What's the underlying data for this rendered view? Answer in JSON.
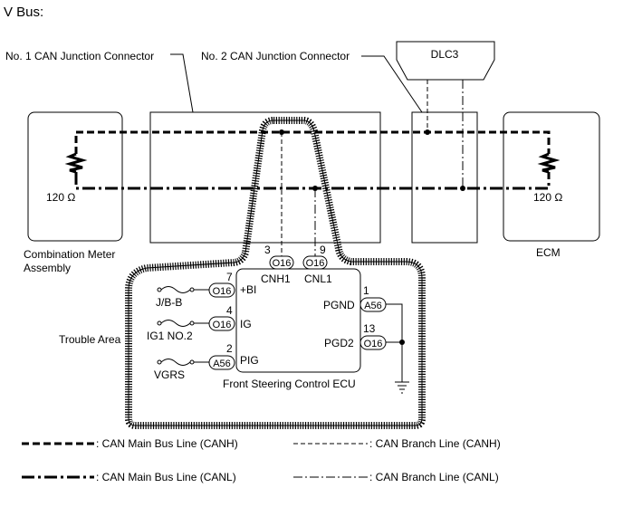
{
  "title": "V Bus:",
  "labels": {
    "junction1": "No. 1 CAN Junction Connector",
    "junction2": "No. 2 CAN Junction Connector",
    "dlc3": "DLC3",
    "resistor_left": "120 Ω",
    "resistor_right": "120 Ω",
    "meter_line1": "Combination Meter",
    "meter_line2": "Assembly",
    "ecm": "ECM",
    "trouble_area": "Trouble Area",
    "ecu": "Front Steering Control ECU",
    "jb": "J/B-B",
    "ig1": "IG1 NO.2",
    "vgrs": "VGRS"
  },
  "pins": {
    "p3": "3",
    "p9": "9",
    "p7": "7",
    "p4": "4",
    "p2": "2",
    "p1": "1",
    "p13": "13",
    "cnh1": "CNH1",
    "cnl1": "CNL1",
    "bi": "+BI",
    "ig": "IG",
    "pig": "PIG",
    "pgnd": "PGND",
    "pgd2": "PGD2"
  },
  "connectors": {
    "cnh": "O16",
    "cnl": "O16",
    "bi": "O16",
    "ig": "O16",
    "pig": "A56",
    "pgnd": "A56",
    "pgd2": "O16"
  },
  "legend": {
    "main_canh": ": CAN Main Bus Line (CANH)",
    "branch_canh": ": CAN Branch Line (CANH)",
    "main_canl": ": CAN Main Bus Line (CANL)",
    "branch_canl": ": CAN Branch Line (CANL)"
  }
}
